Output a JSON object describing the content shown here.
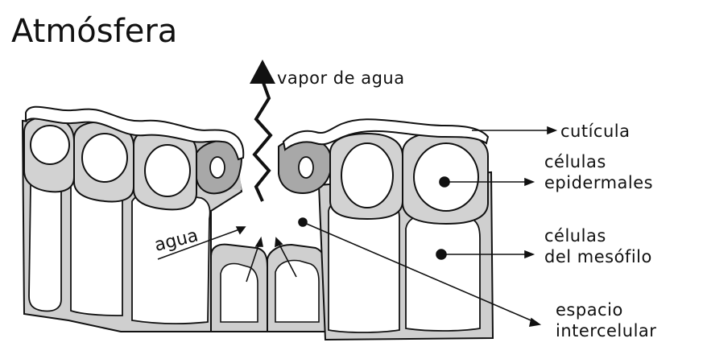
{
  "title": "Atmósfera",
  "labels": {
    "vapor": "vapor de agua",
    "cuticula": "cutícula",
    "epidermales_1": "células",
    "epidermales_2": "epidermales",
    "mesofilo_1": "células",
    "mesofilo_2": "del mesófilo",
    "espacio_1": "espacio",
    "espacio_2": "intercelular",
    "agua": "agua"
  },
  "colors": {
    "ink": "#111111",
    "cell_wall": "#9a9a9a",
    "cell_fill": "#d4d4d4",
    "cytoplasm": "#eeeeee"
  }
}
